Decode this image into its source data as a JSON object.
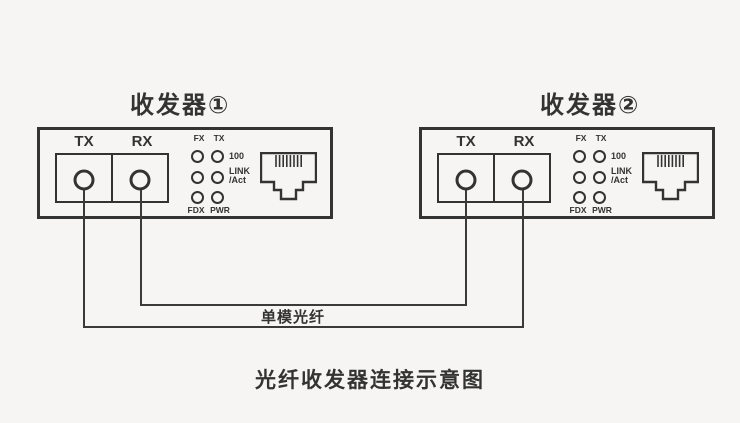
{
  "theme": {
    "background": "#f6f5f3",
    "ink": "#333333",
    "line": "#3a3a3a"
  },
  "caption": "光纤收发器连接示意图",
  "fiber_link": {
    "label": "单模光纤"
  },
  "device1": {
    "title": "收发器①",
    "ports": {
      "tx": "TX",
      "rx": "RX"
    },
    "leds": {
      "fx": "FX",
      "tx": "TX",
      "speed": "100",
      "link": "LINK",
      "act": "/Act",
      "fdx": "FDX",
      "pwr": "PWR"
    }
  },
  "device2": {
    "title": "收发器②",
    "ports": {
      "tx": "TX",
      "rx": "RX"
    },
    "leds": {
      "fx": "FX",
      "tx": "TX",
      "speed": "100",
      "link": "LINK",
      "act": "/Act",
      "fdx": "FDX",
      "pwr": "PWR"
    }
  }
}
